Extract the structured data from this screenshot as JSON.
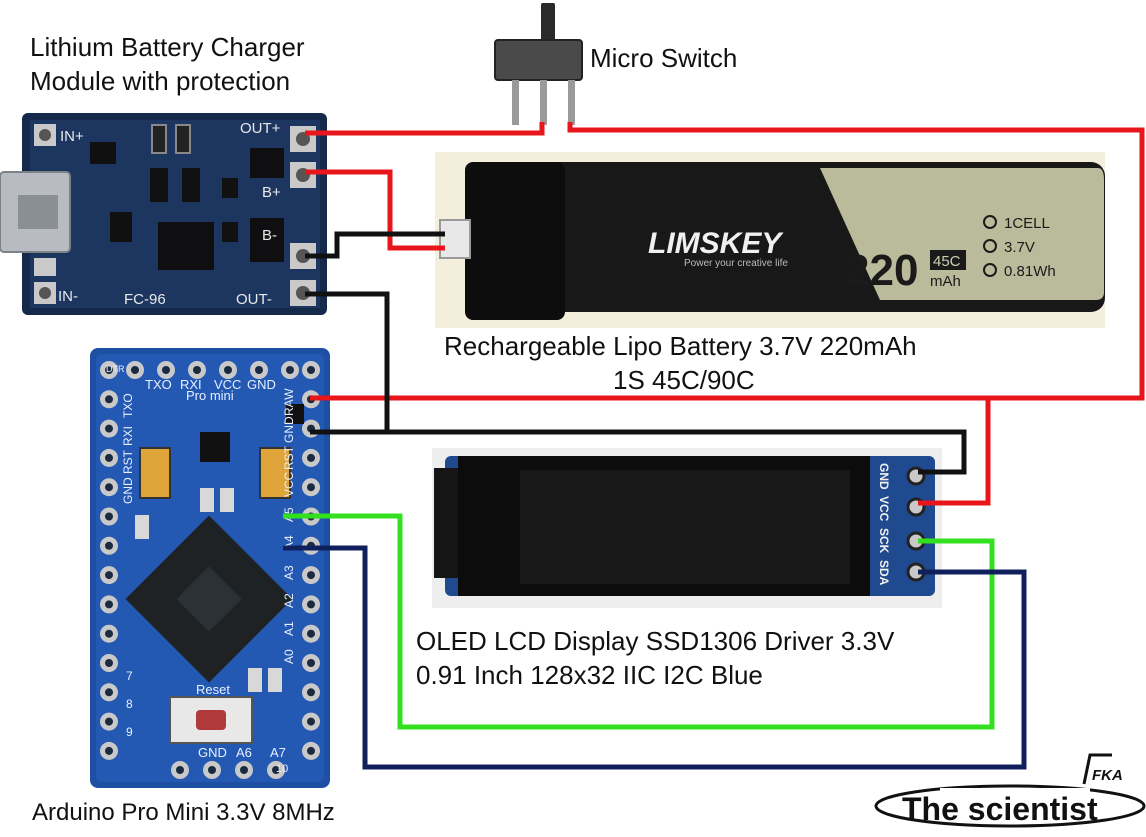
{
  "labels": {
    "charger_title_1": "Lithium Battery Charger",
    "charger_title_2": "Module with protection",
    "switch_title": "Micro Switch",
    "battery_title_1": "Rechargeable Lipo Battery 3.7V 220mAh",
    "battery_title_2": "1S 45C/90C",
    "oled_title_1": "OLED LCD Display SSD1306 Driver 3.3V",
    "oled_title_2": "0.91 Inch 128x32 IIC I2C Blue",
    "arduino_title": "Arduino Pro Mini 3.3V 8MHz",
    "logo_text": "The scientist",
    "logo_mark": "FKA"
  },
  "charger": {
    "pins": [
      "IN+",
      "OUT+",
      "B+",
      "B-",
      "IN-",
      "OUT-"
    ],
    "model": "FC-96"
  },
  "battery": {
    "brand": "LIMSKEY",
    "tagline": "Power your creative life",
    "capacity": "220",
    "unit": "mAh",
    "rating": "45C",
    "specs": [
      "1CELL",
      "3.7V",
      "0.81Wh"
    ]
  },
  "arduino": {
    "name": "Pro mini",
    "top_pins": [
      "TXO",
      "RXI",
      "VCC",
      "GND"
    ],
    "right_pins": [
      "RAW",
      "GND",
      "RST",
      "VCC",
      "A5",
      "A4"
    ],
    "left_pins": [
      "TXO",
      "RXI",
      "RST",
      "GND"
    ],
    "analog": [
      "A3",
      "A2",
      "A1",
      "A0"
    ],
    "bottom_pins": [
      "GND",
      "A6",
      "A7"
    ],
    "reset_label": "Reset",
    "numbers": [
      "7",
      "8",
      "9",
      "10"
    ],
    "dtr": "DTR"
  },
  "oled": {
    "pins": [
      "GND",
      "VCC",
      "SCK",
      "SDA"
    ]
  },
  "colors": {
    "wire_red": "#e8161b",
    "wire_black": "#111111",
    "wire_green": "#33e01e",
    "wire_navy": "#10205c",
    "board_blue": "#1d4fa3",
    "charger_blue": "#13294b"
  }
}
